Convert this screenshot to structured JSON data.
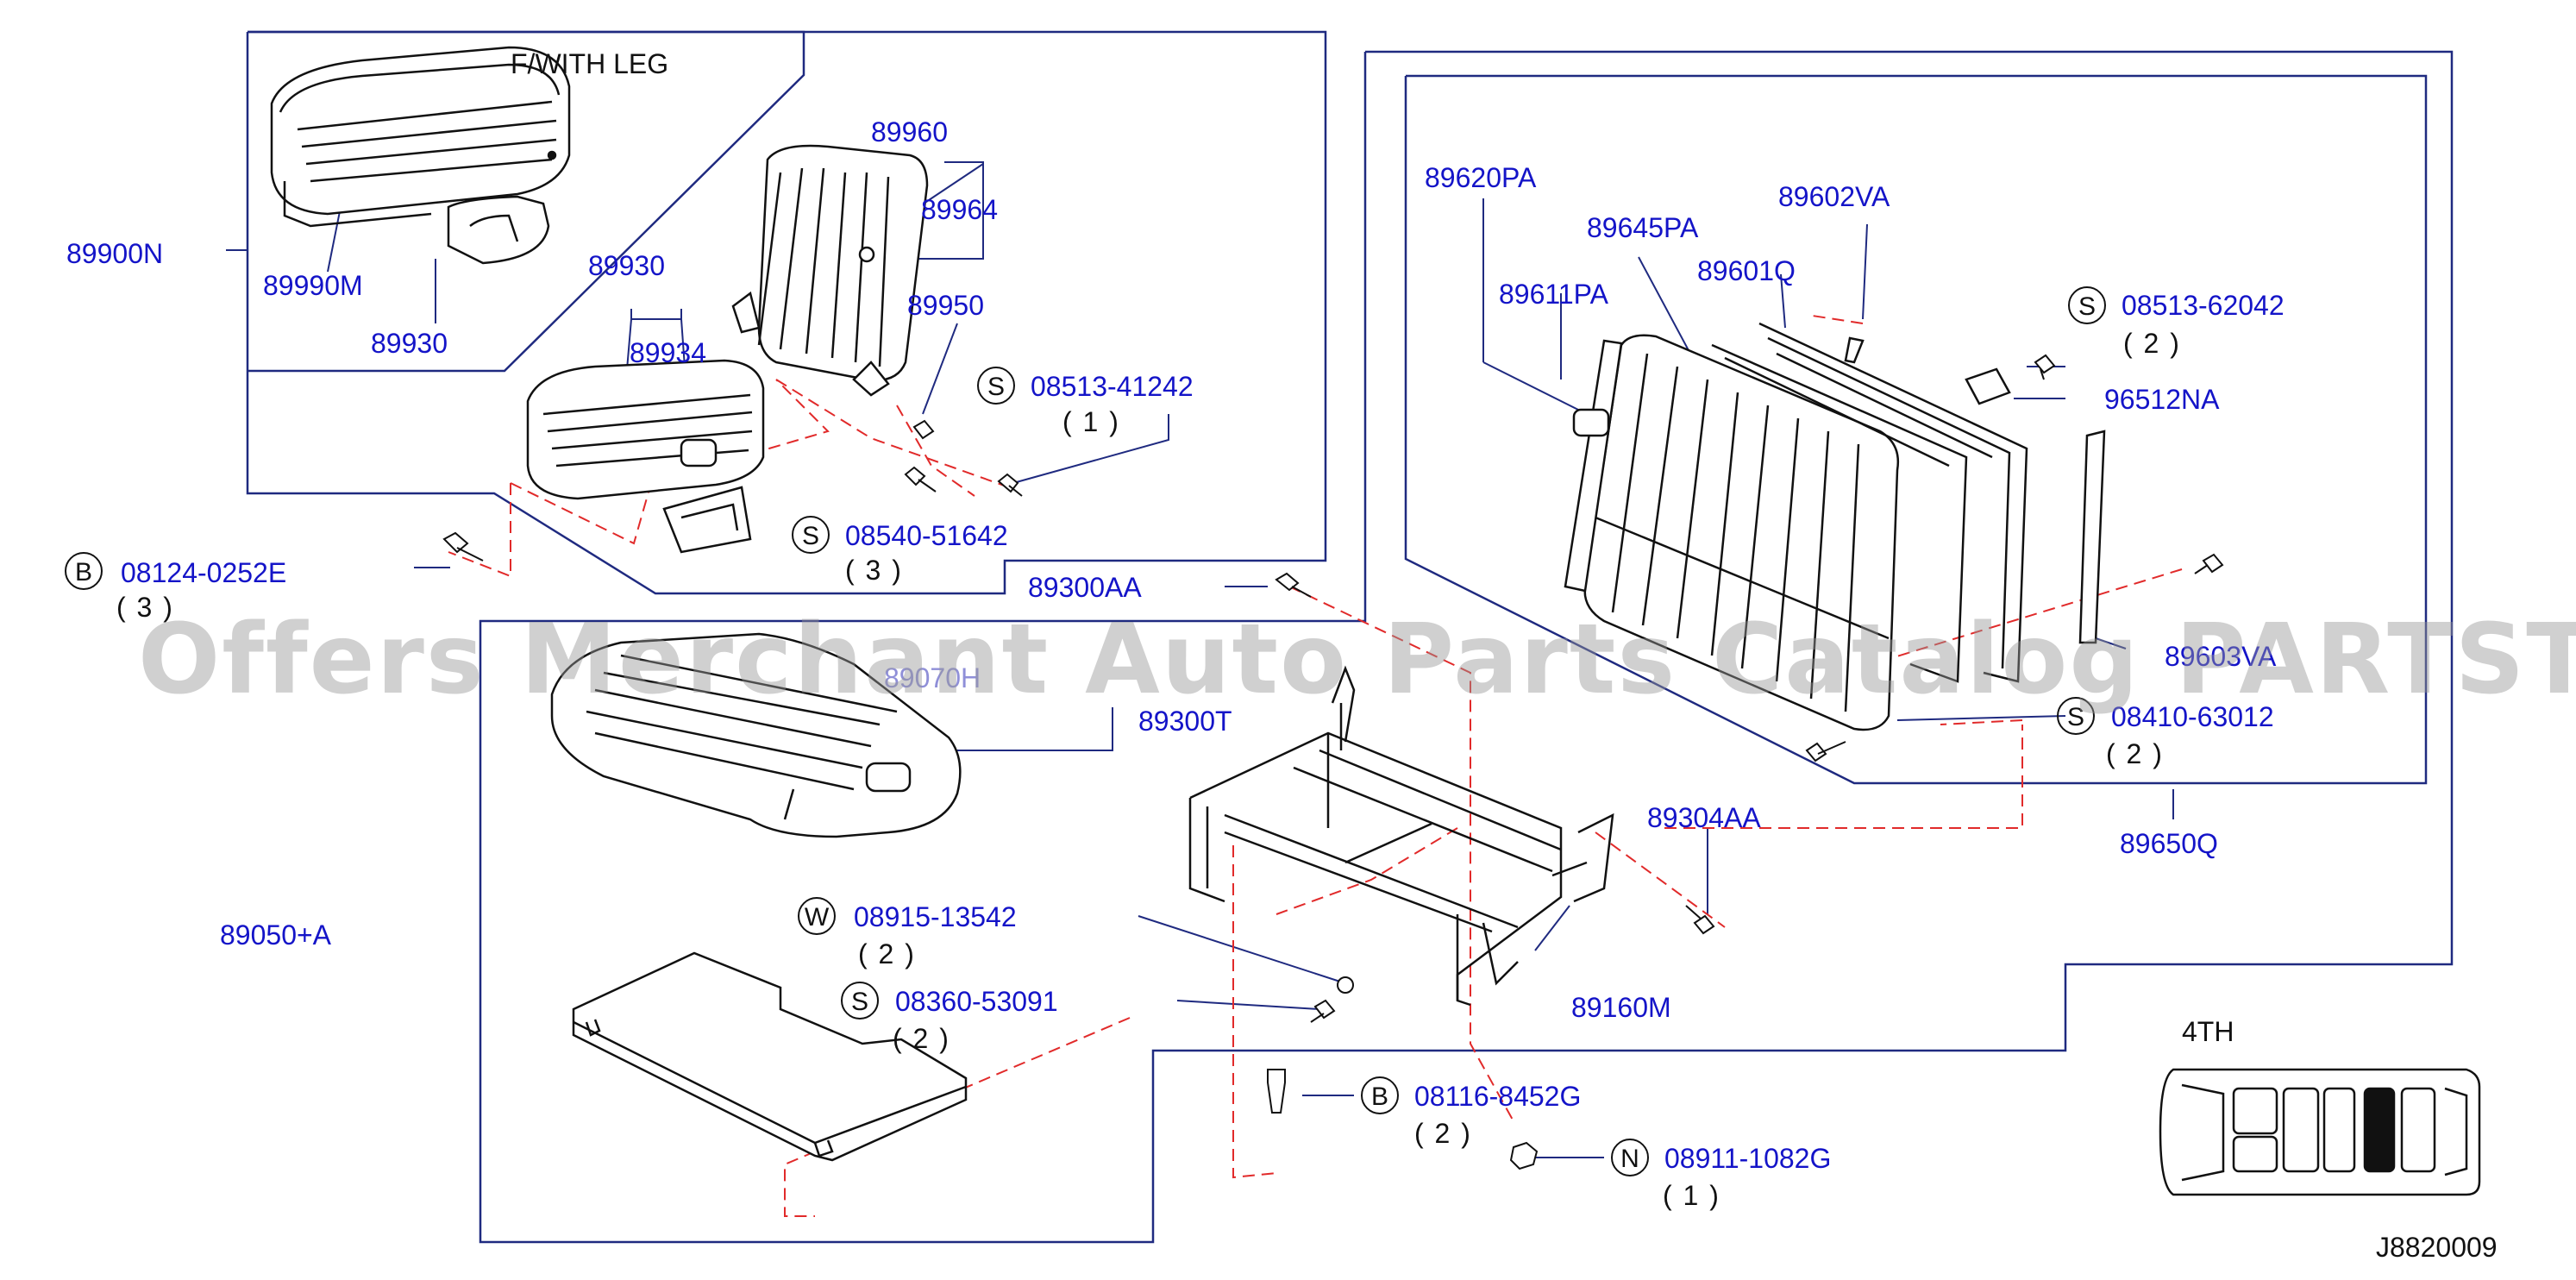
{
  "header_label": "F/WITH   LEG",
  "inset_label": "4TH",
  "figure_code": "J8820009",
  "watermark": "Offers Merchant Auto Parts Catalog PARTSTORE.SA",
  "parts": {
    "p89900N": "89900N",
    "p89990M": "89990M",
    "p89930a": "89930",
    "p89930b": "89930",
    "p89934": "89934",
    "p89960": "89960",
    "p89964": "89964",
    "p89950": "89950",
    "p89620PA": "89620PA",
    "p89645PA": "89645PA",
    "p89602VA": "89602VA",
    "p89601Q": "89601Q",
    "p89611PA": "89611PA",
    "p96512NA": "96512NA",
    "p89300AA": "89300AA",
    "p89300T": "89300T",
    "p89304AA": "89304AA",
    "p89050A": "89050+A",
    "p89160M": "89160M",
    "p89650Q": "89650Q",
    "p89603VA": "89603VA",
    "p89070": "89070H"
  },
  "fasteners": [
    {
      "letter": "S",
      "code": "08513-41242",
      "qty": "( 1 )"
    },
    {
      "letter": "S",
      "code": "08540-51642",
      "qty": "( 3 )"
    },
    {
      "letter": "B",
      "code": "08124-0252E",
      "qty": "( 3 )"
    },
    {
      "letter": "S",
      "code": "08513-62042",
      "qty": "( 2 )"
    },
    {
      "letter": "S",
      "code": "08410-63012",
      "qty": "( 2 )"
    },
    {
      "letter": "W",
      "code": "08915-13542",
      "qty": "( 2 )"
    },
    {
      "letter": "S",
      "code": "08360-53091",
      "qty": "( 2 )"
    },
    {
      "letter": "B",
      "code": "08116-8452G",
      "qty": "( 2 )"
    },
    {
      "letter": "N",
      "code": "08911-1082G",
      "qty": "( 1 )"
    }
  ]
}
